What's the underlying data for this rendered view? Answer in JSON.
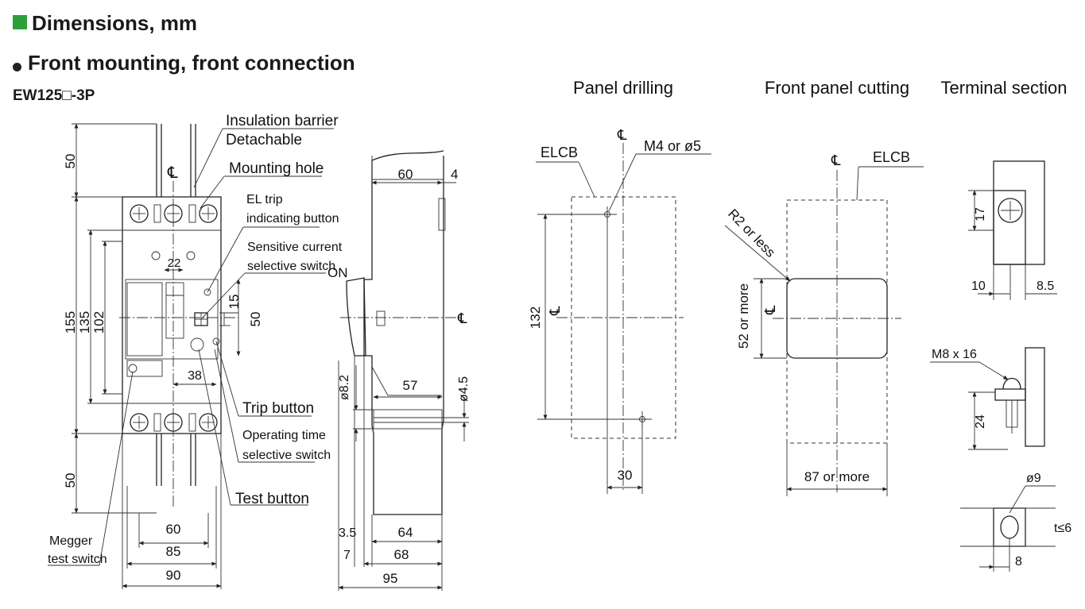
{
  "header": {
    "title": "Dimensions, mm",
    "subtitle": "Front mounting, front connection",
    "model": "EW125□-3P"
  },
  "section_titles": {
    "panel_drilling": "Panel drilling",
    "front_panel_cutting": "Front panel cutting",
    "terminal_section": "Terminal section"
  },
  "front_view": {
    "callouts": {
      "insulation_barrier": "Insulation barrier",
      "detachable": "Detachable",
      "mounting_hole": "Mounting hole",
      "el_trip_line1": "EL trip",
      "el_trip_line2": "indicating button",
      "sensitive_line1": "Sensitive current",
      "sensitive_line2": "selective switch",
      "on": "ON",
      "trip_button": "Trip button",
      "operating_line1": "Operating time",
      "operating_line2": "selective switch",
      "test_button": "Test button",
      "megger_line1": "Megger",
      "megger_line2": "test switch",
      "centerline": "℄"
    },
    "dims": {
      "top_50": "50",
      "bottom_50": "50",
      "h155": "155",
      "h135": "135",
      "h102": "102",
      "w22": "22",
      "h15": "15",
      "h50_mid": "50",
      "w38": "38",
      "w60": "60",
      "w85": "85",
      "w90": "90"
    }
  },
  "side_view": {
    "dims": {
      "w60": "60",
      "w4": "4",
      "w57": "57",
      "d8_2": "ø8.2",
      "d4_5": "ø4.5",
      "w3_5": "3.5",
      "w64": "64",
      "w7": "7",
      "w68": "68",
      "w95": "95"
    },
    "centerline": "℄"
  },
  "panel_drilling": {
    "elcb": "ELCB",
    "hole": "M4 or ø5",
    "h132": "132",
    "w30": "30",
    "centerline": "℄"
  },
  "front_panel_cutting": {
    "elcb": "ELCB",
    "radius": "R2 or less",
    "h52": "52 or more",
    "w87": "87 or more",
    "centerline": "℄"
  },
  "terminal_section": {
    "d17": "17",
    "d10": "10",
    "d8_5": "8.5",
    "screw": "M8 x 16",
    "d24": "24",
    "d9": "ø9",
    "t6": "t≤6",
    "d8": "8"
  },
  "colors": {
    "accent_square": "#2ea03a",
    "line": "#222222",
    "hatch": "#333333"
  }
}
